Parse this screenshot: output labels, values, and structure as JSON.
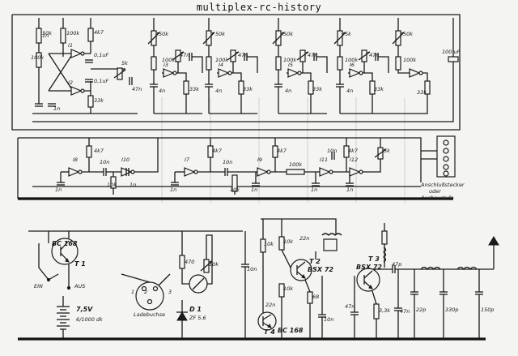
{
  "header": "multiplex-rc-history",
  "labels": {
    "r_50k": "50k",
    "r_100k": "100k",
    "r_4k7": "4k7",
    "r_33k": "33k",
    "r_5k": "5k",
    "r_10k": "10k",
    "r_10k_a": "10k",
    "r_470": "470",
    "r_3k3": "3,3k",
    "r_68": "68",
    "c_47n": "47n",
    "c_1n": "1n",
    "c_10n": "10n",
    "c_01uf": "0,1uF",
    "c_100uf": "100 uF",
    "c_47p": "47p",
    "c_22p": "22p",
    "c_330p": "330p",
    "c_150p": "150p",
    "c_4n": "4n",
    "c_22n": "22n",
    "gates": [
      "I1",
      "I2",
      "I3",
      "I4",
      "I5",
      "I6",
      "I7",
      "I8",
      "I9",
      "I10",
      "I11",
      "I12"
    ],
    "t1": "BC 168",
    "t1_id": "T 1",
    "t4_type": "BC 168",
    "t4_id": "T 4",
    "t2": "T 2",
    "t2_type": "BSX 72",
    "t3": "T 3",
    "t3_type": "BSX 72",
    "switch_on": "EIN",
    "switch_off": "AUS",
    "battery": "7,5V",
    "battery_cap": "6/1000 dk",
    "socket": "Ladebuchse",
    "diode": "D 1",
    "diode_type": "ZF 5,6",
    "plug_1": "Anschlußstecker",
    "plug_2": "oder",
    "plug_3": "Ausbaustufe",
    "nodes_1_2_3": [
      "1",
      "2",
      "3"
    ]
  }
}
